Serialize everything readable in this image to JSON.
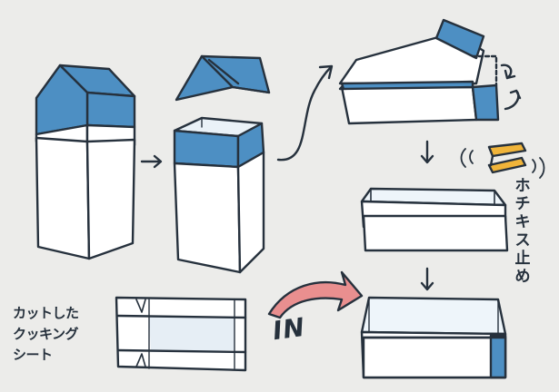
{
  "labels": {
    "sheet_lines": [
      "カットした",
      "クッキング",
      "シート"
    ],
    "staple_chars": [
      "ホ",
      "チ",
      "キ",
      "ス",
      "止",
      "め"
    ],
    "in_text": "IN"
  },
  "colors": {
    "carton_blue": "#4d8fc3",
    "outline": "#26313d",
    "arrow_red": "#e98f8f",
    "staple_yellow": "#f0b43a",
    "background": "#ececea"
  },
  "icons": [
    "arrow-right-icon",
    "curved-arrow-icon",
    "arrow-down-icon",
    "stapler-icon",
    "in-arrow-icon"
  ]
}
